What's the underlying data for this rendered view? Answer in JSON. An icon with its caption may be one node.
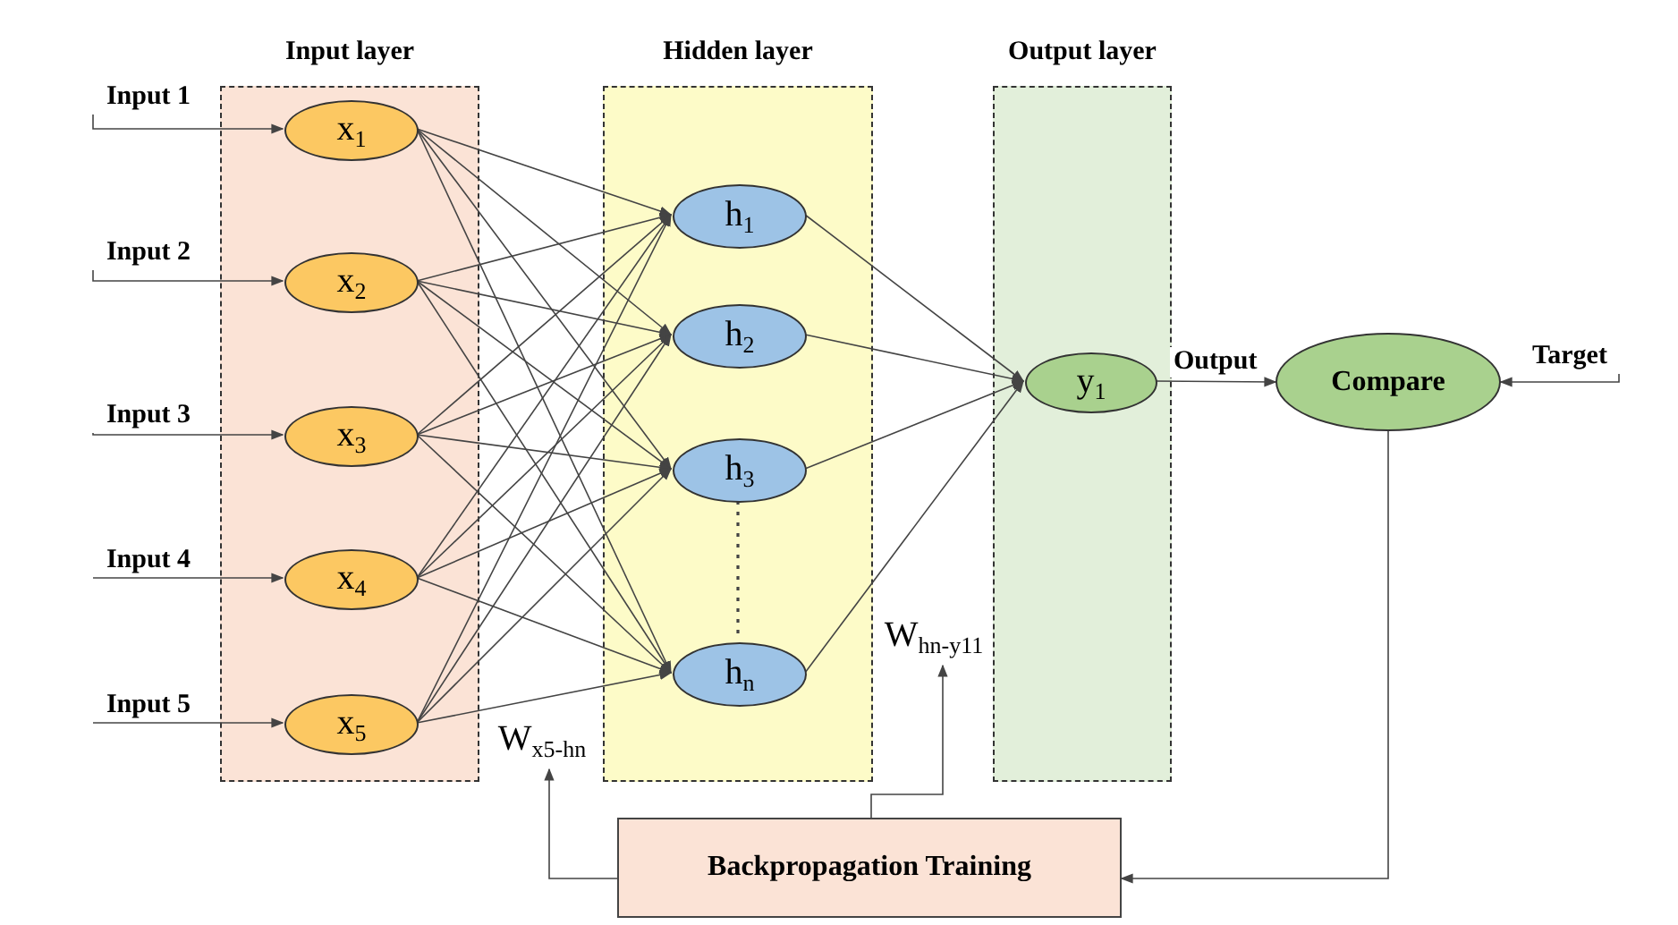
{
  "diagram": {
    "nodes": [
      {
        "text": [
          "Input layer"
        ]
      },
      {
        "text": [
          "x$_{1}$"
        ],
        "in": 0
      },
      {
        "text": [
          "x$_{2}$"
        ],
        "in": 0
      },
      {
        "text": [
          "x$_{3}$"
        ],
        "in": 0
      },
      {
        "text": [
          "x$_{4}$"
        ],
        "in": 0
      },
      {
        "text": [
          "x$_{5}$"
        ],
        "in": 0
      },
      {
        "text": [
          "Hidden layer"
        ]
      },
      {
        "text": [
          "h$_{1}$"
        ],
        "in": 6
      },
      {
        "text": [
          "h$_{2}$"
        ],
        "in": 6
      },
      {
        "text": [
          "h$_{3}$"
        ],
        "in": 6
      },
      {
        "text": [
          "h$_{n}$"
        ],
        "in": 6
      },
      {
        "text": [
          "Output layer"
        ]
      },
      {
        "text": [
          "y$_{1}$"
        ],
        "in": 11
      },
      {
        "text": [
          "Compare"
        ]
      },
      {
        "text": [
          "Backpropagation Training"
        ]
      },
      {
        "text": [
          "Input 1"
        ]
      },
      {
        "text": [
          "Input 2"
        ]
      },
      {
        "text": [
          "Input 3"
        ]
      },
      {
        "text": [
          "Input 4"
        ]
      },
      {
        "text": [
          "Input 5"
        ]
      },
      {
        "text": [
          "Target"
        ]
      },
      {
        "text": [
          "W$_{x5-hn}$"
        ]
      },
      {
        "text": [
          "W$_{hn-y11}$"
        ]
      }
    ],
    "edges": [
      {
        "from": 15,
        "to": 1,
        "arrow": "to"
      },
      {
        "from": 16,
        "to": 2,
        "arrow": "to"
      },
      {
        "from": 17,
        "to": 3,
        "arrow": "to"
      },
      {
        "from": 18,
        "to": 4,
        "arrow": "to"
      },
      {
        "from": 19,
        "to": 5,
        "arrow": "to"
      },
      {
        "from": 1,
        "to": 7,
        "arrow": "to"
      },
      {
        "from": 1,
        "to": 8,
        "arrow": "to"
      },
      {
        "from": 1,
        "to": 9,
        "arrow": "to"
      },
      {
        "from": 1,
        "to": 10,
        "arrow": "to"
      },
      {
        "from": 2,
        "to": 7,
        "arrow": "to"
      },
      {
        "from": 2,
        "to": 8,
        "arrow": "to"
      },
      {
        "from": 2,
        "to": 9,
        "arrow": "to"
      },
      {
        "from": 2,
        "to": 10,
        "arrow": "to"
      },
      {
        "from": 3,
        "to": 7,
        "arrow": "to"
      },
      {
        "from": 3,
        "to": 8,
        "arrow": "to"
      },
      {
        "from": 3,
        "to": 9,
        "arrow": "to"
      },
      {
        "from": 3,
        "to": 10,
        "arrow": "to"
      },
      {
        "from": 4,
        "to": 7,
        "arrow": "to"
      },
      {
        "from": 4,
        "to": 8,
        "arrow": "to"
      },
      {
        "from": 4,
        "to": 9,
        "arrow": "to"
      },
      {
        "from": 4,
        "to": 10,
        "arrow": "to"
      },
      {
        "from": 5,
        "to": 7,
        "arrow": "to"
      },
      {
        "from": 5,
        "to": 8,
        "arrow": "to"
      },
      {
        "from": 5,
        "to": 9,
        "arrow": "to"
      },
      {
        "from": 5,
        "to": 10,
        "arrow": "to"
      },
      {
        "from": 7,
        "to": 12,
        "arrow": "to"
      },
      {
        "from": 8,
        "to": 12,
        "arrow": "to"
      },
      {
        "from": 9,
        "to": 12,
        "arrow": "to"
      },
      {
        "from": 10,
        "to": 12,
        "arrow": "to"
      },
      {
        "from": 9,
        "to": 10,
        "arrow": "none",
        "style": "dashed"
      },
      {
        "from": 12,
        "to": 13,
        "arrow": "to",
        "label": "Output"
      },
      {
        "from": 20,
        "to": 13,
        "arrow": "to"
      },
      {
        "from": 13,
        "to": 14,
        "arrow": "to"
      },
      {
        "from": 14,
        "to": 21,
        "arrow": "to"
      },
      {
        "from": 14,
        "to": 22,
        "arrow": "to"
      }
    ]
  }
}
